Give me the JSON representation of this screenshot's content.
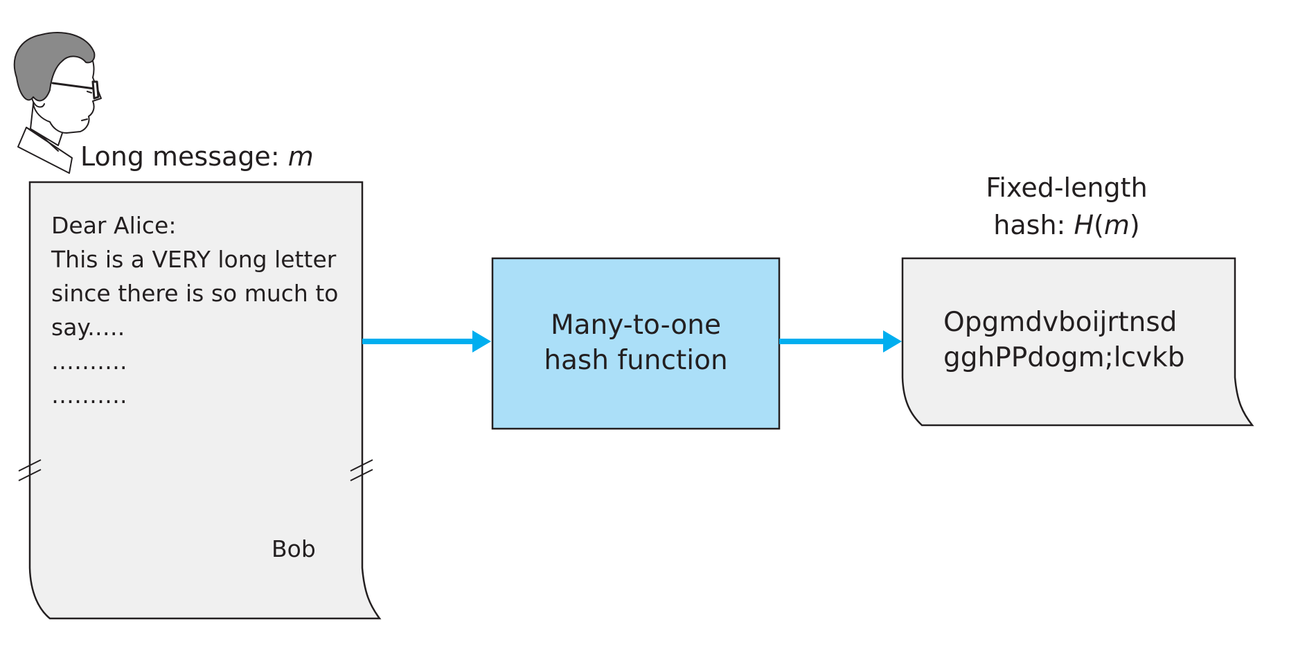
{
  "sender": {
    "icon": "person-with-glasses-icon",
    "label_prefix": "Long message: ",
    "label_var": "m"
  },
  "letter": {
    "lines": [
      "Dear Alice:",
      "This is a VERY long letter",
      "since there is so much to",
      "say.….",
      "……….",
      "………."
    ],
    "signature": "Bob"
  },
  "hash_function": {
    "line1": "Many-to-one",
    "line2": "hash function",
    "fill": "#abdff8"
  },
  "output": {
    "title_line1": "Fixed-length",
    "title_line2_prefix": "hash: ",
    "title_line2_func": "H",
    "title_line2_open": "(",
    "title_line2_var": "m",
    "title_line2_close": ")",
    "lines": [
      "Opgmdvboijrtnsd",
      "gghPPdogm;lcvkb"
    ]
  },
  "colors": {
    "arrow": "#00aeef",
    "document_fill": "#f0f0f0",
    "stroke": "#231f20"
  }
}
